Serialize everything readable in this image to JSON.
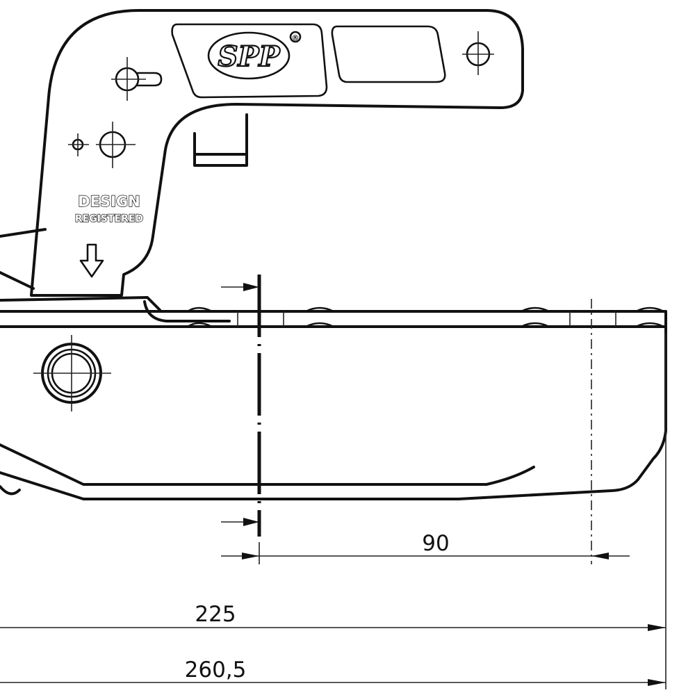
{
  "drawing": {
    "logo_text": "SPP",
    "logo_mark": "®",
    "stamp_line1": "DESIGN",
    "stamp_line2": "REGISTERED"
  },
  "dimensions": {
    "d1": "90",
    "d2": "225",
    "d3": "260,5"
  },
  "colors": {
    "line": "#111111",
    "background": "#ffffff"
  }
}
